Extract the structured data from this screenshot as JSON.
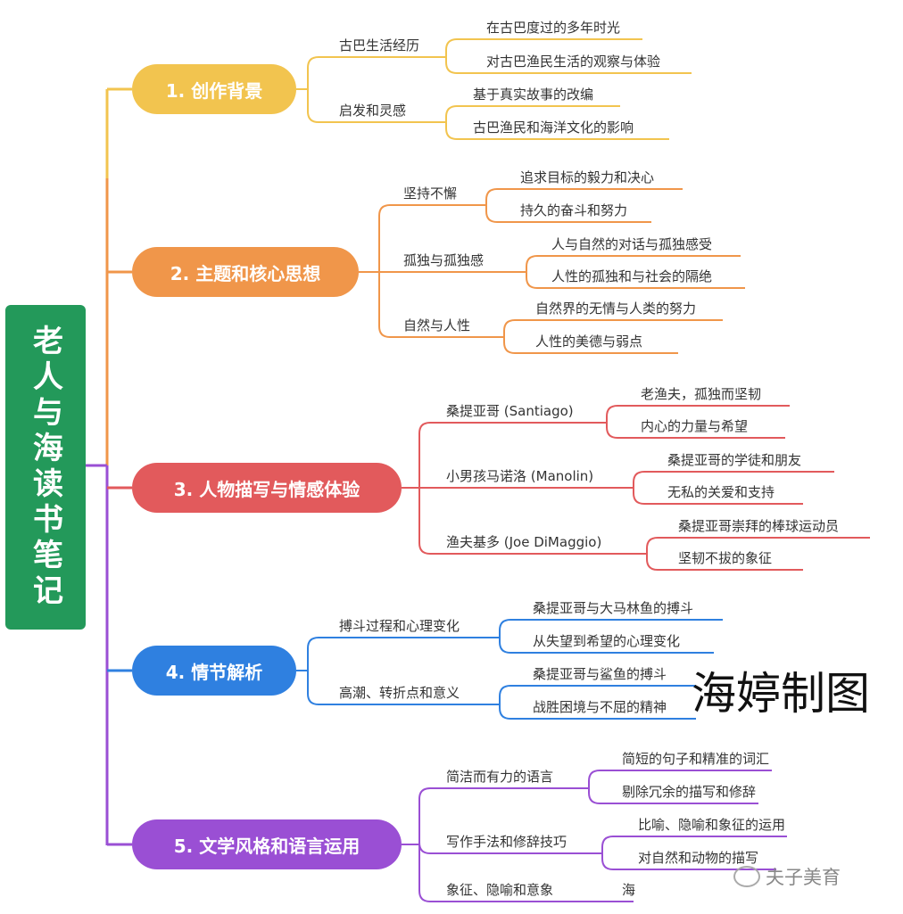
{
  "title": "老人与海读书笔记",
  "branches": [
    {
      "label": "1. 创作背景",
      "color": "#f2c44f",
      "children": [
        {
          "label": "古巴生活经历",
          "children": [
            "在古巴度过的多年时光",
            "对古巴渔民生活的观察与体验"
          ]
        },
        {
          "label": "启发和灵感",
          "children": [
            "基于真实故事的改编",
            "古巴渔民和海洋文化的影响"
          ]
        }
      ]
    },
    {
      "label": "2. 主题和核心思想",
      "color": "#f0964a",
      "children": [
        {
          "label": "坚持不懈",
          "children": [
            "追求目标的毅力和决心",
            "持久的奋斗和努力"
          ]
        },
        {
          "label": "孤独与孤独感",
          "children": [
            "人与自然的对话与孤独感受",
            "人性的孤独和与社会的隔绝"
          ]
        },
        {
          "label": "自然与人性",
          "children": [
            "自然界的无情与人类的努力",
            "人性的美德与弱点"
          ]
        }
      ]
    },
    {
      "label": "3. 人物描写与情感体验",
      "color": "#e25a5c",
      "children": [
        {
          "label": "桑提亚哥 (Santiago)",
          "children": [
            "老渔夫，孤独而坚韧",
            "内心的力量与希望"
          ]
        },
        {
          "label": "小男孩马诺洛 (Manolin)",
          "children": [
            "桑提亚哥的学徒和朋友",
            "无私的关爱和支持"
          ]
        },
        {
          "label": "渔夫基多 (Joe DiMaggio)",
          "children": [
            "桑提亚哥崇拜的棒球运动员",
            "坚韧不拔的象征"
          ]
        }
      ]
    },
    {
      "label": "4. 情节解析",
      "color": "#2f80e0",
      "children": [
        {
          "label": "搏斗过程和心理变化",
          "children": [
            "桑提亚哥与大马林鱼的搏斗",
            "从失望到希望的心理变化"
          ]
        },
        {
          "label": "高潮、转折点和意义",
          "children": [
            "桑提亚哥与鲨鱼的搏斗",
            "战胜困境与不屈的精神"
          ]
        }
      ]
    },
    {
      "label": "5. 文学风格和语言运用",
      "color": "#9a4fd4",
      "children": [
        {
          "label": "简洁而有力的语言",
          "children": [
            "简短的句子和精准的词汇",
            "剔除冗余的描写和修辞"
          ]
        },
        {
          "label": "写作手法和修辞技巧",
          "children": [
            "比喻、隐喻和象征的运用",
            "对自然和动物的描写"
          ]
        },
        {
          "label": "象征、隐喻和意象",
          "children": [
            "海"
          ]
        }
      ]
    }
  ],
  "watermark": "海婷制图",
  "wechat_account": "夫子美育",
  "root_color": "#23995a"
}
